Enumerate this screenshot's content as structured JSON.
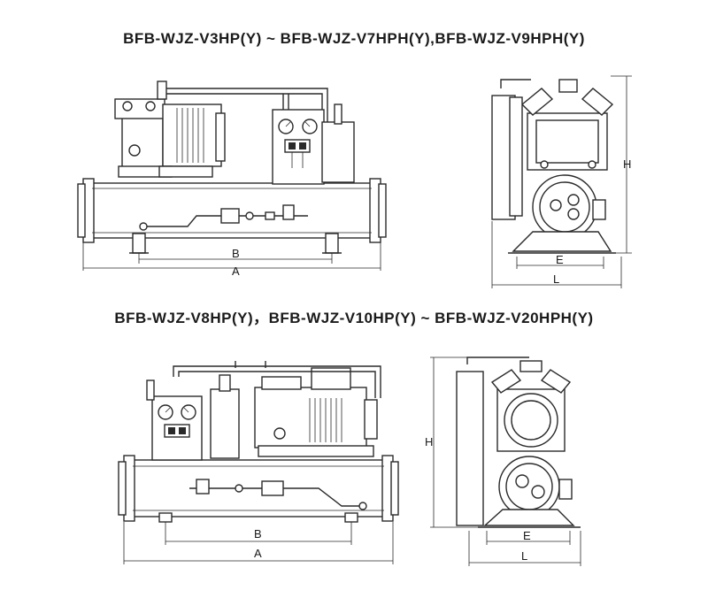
{
  "titles": {
    "top": "BFB-WJZ-V3HP(Y) ~ BFB-WJZ-V7HPH(Y),BFB-WJZ-V9HPH(Y)",
    "bottom": "BFB-WJZ-V8HP(Y)，BFB-WJZ-V10HP(Y) ~ BFB-WJZ-V20HPH(Y)"
  },
  "dimensions": {
    "A": "A",
    "B": "B",
    "H": "H",
    "E": "E",
    "L": "L"
  },
  "colors": {
    "line": "#2a2a2a",
    "background": "#ffffff"
  }
}
